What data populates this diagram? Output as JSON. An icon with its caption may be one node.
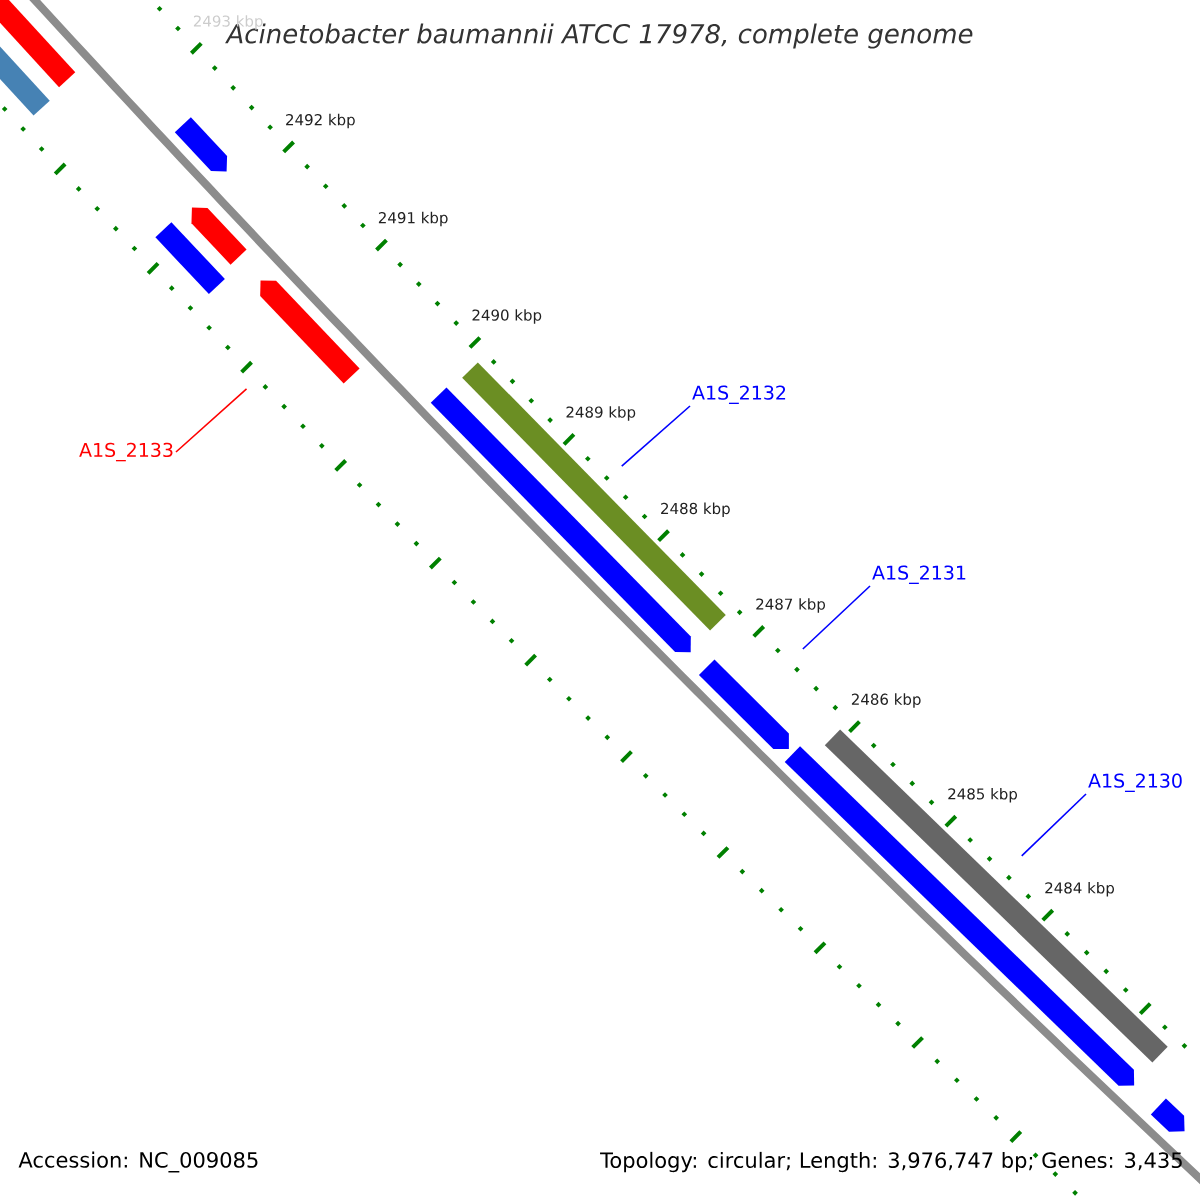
{
  "diagram": {
    "title": "Acinetobacter baumannii ATCC 17978, complete genome",
    "nodes": [
      {
        "text": [],
        "shape": "bar"
      },
      {
        "text": [],
        "shape": "bar"
      },
      {
        "text": [],
        "shape": "bar"
      },
      {
        "text": [],
        "shape": "bar"
      },
      {
        "text": [],
        "shape": "bar"
      },
      {
        "text": [],
        "shape": "bar"
      },
      {
        "text": [
          "A1S_2133"
        ]
      },
      {
        "text": [],
        "shape": "bar"
      },
      {
        "text": [],
        "shape": "bar"
      },
      {
        "text": [
          "A1S_2132"
        ]
      },
      {
        "text": [
          "A1S_2131"
        ]
      },
      {
        "text": [],
        "shape": "bar"
      },
      {
        "text": [],
        "shape": "bar"
      },
      {
        "text": [],
        "shape": "bar"
      },
      {
        "text": [
          "A1S_2130"
        ]
      },
      {
        "text": [],
        "shape": "bar"
      }
    ],
    "edges": [
      {
        "from": 6,
        "to": 5,
        "arrow": "none",
        "color": "#ff0000"
      },
      {
        "from": 9,
        "to": 8,
        "arrow": "none"
      },
      {
        "from": 10,
        "to": 11,
        "arrow": "none"
      },
      {
        "from": 14,
        "to": 13,
        "arrow": "none"
      }
    ],
    "labels": [
      "2493 kbp",
      "2492 kbp",
      "2491 kbp",
      "2490 kbp",
      "2489 kbp",
      "2488 kbp",
      "2487 kbp",
      "2486 kbp",
      "2485 kbp",
      "2484 kbp",
      "Accession: NC_009085",
      "Topology: circular; Length: 3,976,747 bp; Genes: 3,435"
    ]
  }
}
